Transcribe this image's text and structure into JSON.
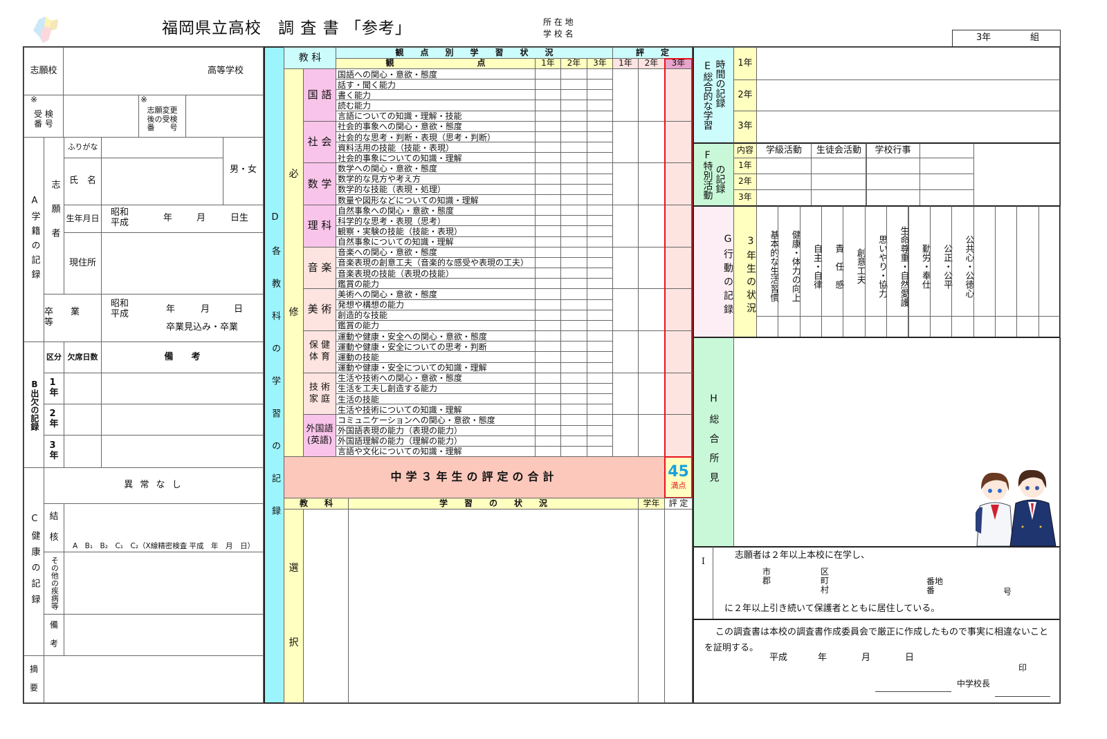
{
  "header": {
    "title": "福岡県立高校　調 査 書 「参考」",
    "location_label": "所 在 地",
    "school_label": "学 校 名",
    "class_year": "3年",
    "class_group": "組"
  },
  "left": {
    "school_choice_label": "志願校",
    "school_choice_suffix": "高等学校",
    "exam_no_mark": "※",
    "exam_no_label": "受 検\n番 号",
    "changed_mark": "※",
    "changed_label": "志願変更\n後の受検\n番　　号",
    "section_a": "A学籍の記録",
    "applicant": "志願者",
    "furigana": "ふりがな",
    "name": "氏　名",
    "gender": "男・女",
    "birth_label": "生年月日",
    "era": "昭和\n平成",
    "birth_y": "年",
    "birth_m": "月",
    "birth_d": "日生",
    "address": "現住所",
    "graduation": "卒　業　等",
    "grad_era": "昭和\n平成",
    "grad_y": "年",
    "grad_m": "月",
    "grad_d": "日",
    "grad_status": "卒業見込み・卒業",
    "section_b": "B出欠の記録",
    "b_col1": "区分",
    "b_col2": "欠席日数",
    "b_col3": "備　　考",
    "b_years": [
      "1\n年",
      "2\n年",
      "3\n年"
    ],
    "section_c": "C健康の記録",
    "c_normal": "異 常 な し",
    "tb_label": "結\n\n核",
    "tb_options": "A　B₁　B₂　C₁　C₂（X線精密検査 平成　年　月　日）",
    "other_label": "その他の疾病等",
    "c_remarks": "備\n\n考",
    "summary": "摘\n\n要"
  },
  "middle": {
    "section_d": "D各教科の学習の記録",
    "subject_header": "教 科",
    "status_header": "観　　点　　別　　学　　習　　状　　況",
    "viewpoint_header": "観　　　　　　　　　　点",
    "eval_header": "評　　定",
    "years": [
      "1年",
      "2年",
      "3年"
    ],
    "required": "必\n\n\n\n\n\n\n\n\n\n\n\n\n修",
    "subjects": [
      {
        "name": "国 語",
        "color": "pink",
        "viewpoints": [
          "国語への関心・意欲・態度",
          "話す・聞く能力",
          "書く能力",
          "読む能力",
          "言語についての知識・理解・技能"
        ]
      },
      {
        "name": "社 会",
        "color": "pink",
        "viewpoints": [
          "社会的事象への関心・意欲・態度",
          "社会的な思考・判断・表現（思考・判断）",
          "資料活用の技能（技能・表現）",
          "社会的事象についての知識・理解"
        ]
      },
      {
        "name": "数 学",
        "color": "pink",
        "viewpoints": [
          "数学への関心・意欲・態度",
          "数学的な見方や考え方",
          "数学的な技能（表現・処理）",
          "数量や図形などについての知識・理解"
        ]
      },
      {
        "name": "理 科",
        "color": "pink",
        "viewpoints": [
          "自然事象への関心・意欲・態度",
          "科学的な思考・表現（思考）",
          "観察・実験の技能（技能・表現）",
          "自然事象についての知識・理解"
        ]
      },
      {
        "name": "音 楽",
        "color": "light",
        "viewpoints": [
          "音楽への関心・意欲・態度",
          "音楽表現の創意工夫（音楽的な感受や表現の工夫）",
          "音楽表現の技能（表現の技能）",
          "鑑賞の能力"
        ]
      },
      {
        "name": "美 術",
        "color": "light",
        "viewpoints": [
          "美術への関心・意欲・態度",
          "発想や構想の能力",
          "創造的な技能",
          "鑑賞の能力"
        ]
      },
      {
        "name": "保 健\n体 育",
        "color": "light",
        "viewpoints": [
          "運動や健康・安全への関心・意欲・態度",
          "運動や健康・安全についての思考・判断",
          "運動の技能",
          "運動や健康・安全についての知識・理解"
        ]
      },
      {
        "name": "技 術\n家 庭",
        "color": "light",
        "viewpoints": [
          "生活や技術への関心・意欲・態度",
          "生活を工夫し創造する能力",
          "生活の技能",
          "生活や技術についての知識・理解"
        ]
      },
      {
        "name": "外国語\n(英語)",
        "color": "pink",
        "viewpoints": [
          "コミュニケーションへの関心・意欲・態度",
          "外国語表現の能力（表現の能力）",
          "外国語理解の能力（理解の能力）",
          "言語や文化についての知識・理解"
        ]
      }
    ],
    "total_label": "中学３年生の評定の合計",
    "total_value": "45",
    "total_note": "満点",
    "elective_subject": "教　　科",
    "elective_status": "学　　習　　の　　状　　況",
    "elective_year": "学年",
    "elective_eval": "評 定",
    "elective_label": "選\n\n\n\n\n\n\n択"
  },
  "right": {
    "section_e_a": "E総合的な学習",
    "section_e_b": "時間の記録",
    "years": [
      "1年",
      "2年",
      "3年"
    ],
    "section_f_a": "F特別活動",
    "section_f_b": "の記録",
    "f_content": "内容",
    "f_cols": [
      "学級活動",
      "生徒会活動",
      "学校行事"
    ],
    "section_g": "G行動の記録",
    "g_status": "3年生の状況",
    "g_items": [
      "基本的な生活習慣",
      "健康・体力の向上",
      "自主・自律",
      "責　任　感",
      "創意工夫",
      "思いやり・協力",
      "生命尊重・自然愛護",
      "勤労・奉仕",
      "公正・公平",
      "公共心・公徳心"
    ],
    "section_h": "H総合所見",
    "section_i": "I",
    "i_line1": "志願者は２年以上本校に在学し、",
    "i_shi": "市\n郡",
    "i_ku": "区\n町\n村",
    "i_banchi": "番地\n番",
    "i_go": "号",
    "i_line3": "に２年以上引き続いて保護者とともに居住している。",
    "cert_text": "この調査書は本校の調査書作成委員会で厳正に作成したもので事実に相違ないことを証明する。",
    "cert_era": "平成",
    "cert_y": "年",
    "cert_m": "月",
    "cert_d": "日",
    "seal": "印",
    "principal": "中学校長"
  },
  "colors": {
    "cyan": "#9cf4fc",
    "yellow": "#ffffc0",
    "pink": "#f9c4ea",
    "light_pink": "#fde4e0",
    "total": "#fcc8bc",
    "accent_red": "#e8141c",
    "score_blue": "#1aa0e0"
  }
}
